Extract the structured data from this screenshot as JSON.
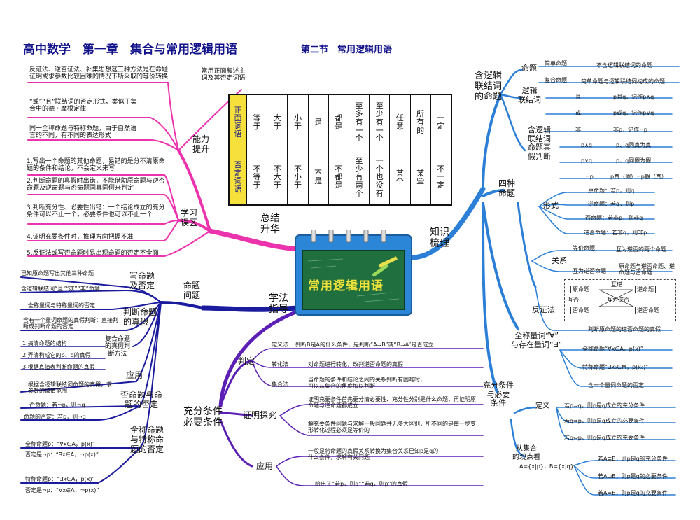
{
  "header": {
    "title": "高中数学　第一章　集合与常用逻辑用语",
    "subtitle": "第二节　常用逻辑用语"
  },
  "center": {
    "label": "常用逻辑用语"
  },
  "branches": {
    "summary": "总结\n升华",
    "knowledge": "知识\n梳理",
    "method": "学法\n指导"
  },
  "vocab_table": {
    "affirm_header": "正面词语",
    "negate_header": "否定词语",
    "affirm": [
      "等于",
      "大于",
      "小于",
      "是",
      "都是",
      "至多有一个",
      "至少有一个",
      "任意",
      "所有的",
      "一定"
    ],
    "negate": [
      "不等于",
      "不大于",
      "不小于",
      "不是",
      "不都是",
      "至少有两个",
      "一个也没有",
      "某个",
      "某些",
      "不一定"
    ]
  },
  "left": {
    "ability": "能力\n提升",
    "ability_items": [
      "反证法、逆否证法、补集思想这三种方法是在命题证明或求参数比较困难的情况下所采取的等价转换",
      "“或”“且”联结词的否定形式，类似于集合中的德・摩根定律",
      "同一全称命题与特称命题，由于自然语言的不同，有不同的表达形式"
    ],
    "ability_note": "常用正面叙述主词及其否定词语",
    "mistakes": "学习\n误区",
    "mistake_items": [
      "1.写出一个命题的其他命题，易错的是分不清原命题的条件和结论，不会定义来写",
      "2.判断命题的真假时出错，不能借助原命题与逆否命题及逆命题与否命题同真同假来判定",
      "3.判断充分性、必要性出错：一个结论成立的充分条件可以不止一个，必要条件也可以不止一个",
      "4.证明充要条件时，推理方向把握不准",
      "5.反证法或写否命题时易出现命题的否定不全面"
    ],
    "proposition": "命题\n问题",
    "write": "写命题\n及否定",
    "write_items": [
      "已知原命题写出其他三种命题",
      "含逻辑联结词“且”“或”“非”命题",
      "全称量词与特称量词的否定"
    ],
    "truth": "判断命题\n的真假",
    "truth_items": [
      "含有一个量词命题的真假判断：直接判断或判断命题的否定"
    ],
    "compound": "复合命题\n的真假判\n断方法",
    "compound_items": [
      "1.搞清命题的结构",
      "2.弄清构成它的p、q的真假",
      "3.根据真值表判断命题的真假"
    ],
    "apply": "应用",
    "apply_items": [
      "根据含逻辑联结词命题的真假，求参数的取值范围"
    ],
    "negation": "否命题与命\n题的否定",
    "negation_items": [
      "否命题：若¬p，则¬q",
      "命题的否定：若p，则¬q"
    ],
    "quant": "全称命题\n与特称命\n题的否定",
    "quant_items": [
      {
        "a": "全称命题p：“∀x∈A，p(x)”",
        "b": "否定是¬p：“∃x∈A，¬p(x)”"
      },
      {
        "a": "特称命题p：“∃x∈A，p(x)”",
        "b": "否定是¬p：“∀x∈A，¬p(x)”"
      }
    ]
  },
  "bottom": {
    "main": "充分条件\n必要条件",
    "judge": "判定",
    "judge_items": [
      {
        "k": "定义法",
        "v": "判断B是A的什么条件，是判断“A⇒B”或“B⇒A”是否成立"
      },
      {
        "k": "转化法",
        "v": "对命题进行转化，改判逆否命题的真假"
      },
      {
        "k": "集合法",
        "v": "当命题的条件和结论之间的关系判断有困难时，可以从集合的角度加以判断"
      }
    ],
    "proof": "证明探究",
    "proof_items": [
      "证明充要条件首先要分清必要性、充分性分别是什么命题，再证明原命题与逆命题都成立",
      "解充要条件问题与求解一般问题并无多大区别，所不同的是每一步变形转化过程必须是等价的"
    ],
    "apply": "应用",
    "apply_items": [
      "一般是将命题的真假关系转换为集合关系已知p是q的什么条件，求解有关问题",
      "给出了“若p，则q”“若q，则p”的真假"
    ]
  },
  "right": {
    "logic": "含逻辑\n联结词\n的命题",
    "prop": "命题",
    "prop_items": [
      {
        "k": "简单命题",
        "v": "不含逻辑联结词的命题"
      },
      {
        "k": "复合命题",
        "v": "简单命题与逻辑联结词构成的命题"
      }
    ],
    "conn": "逻辑\n联结词",
    "conn_items": [
      {
        "k": "且",
        "v": "p且q，记作p∧q"
      },
      {
        "k": "或",
        "v": "p或q，记作p∨q"
      },
      {
        "k": "非",
        "v": "非p，记作¬p"
      }
    ],
    "truth": "含逻辑\n联结词\n命题真\n假判断",
    "truth_items": [
      {
        "k": "p∧q",
        "v": "p、q同真为真"
      },
      {
        "k": "p∨q",
        "v": "p、q同假为假"
      },
      {
        "k": "¬p",
        "v": "p真（假）¬p假（真）"
      }
    ],
    "four": "四种\n命题",
    "form": "形式",
    "form_items": [
      "原命题：若p，则q",
      "逆命题：若q，则p",
      "否命题：若非p，则非q",
      "逆否命题：若非q，则非p"
    ],
    "rel": "关系",
    "rel_items": [
      {
        "k": "等价命题",
        "v": "互为逆否的两个命题"
      },
      {
        "k": "互为逆否命题",
        "v": "原命题与逆否命题、逆命题与否命题"
      }
    ],
    "rel_box": {
      "a": "原命题",
      "b": "逆命题",
      "c": "否命题",
      "d": "逆否命题",
      "e": "互逆",
      "f": "互否",
      "g": "互为逆否"
    },
    "contra": "反证法",
    "contra_items": [
      "判断原命题的逆否命题的真假"
    ],
    "quant": "全称量词“∀”\n与存在量词“∃”",
    "quant_items": [
      "全称命题“∀x∈A，p(x)”",
      "特称命题“∃x₀∈M，p(x₀)”",
      "含一个量词命题的否定"
    ],
    "suff": "充分条件\n与必要\n条件",
    "def": "定义",
    "def_items": [
      "若p⇒q，则p是q成立的充分条件",
      "若q⇒p，则p是q成立的必要条件",
      "若q⇔p，则p是q成立的充要条件"
    ],
    "set": "从集合\n的观点看",
    "set_sub": "A={x|p}，B={x|q}",
    "set_items": [
      "若A⊆B，则p是q的充分条件",
      "若A⊇B，则p是q的必要条件",
      "若A=B，则p是q的充要条件"
    ]
  },
  "colors": {
    "pink": "#ec33ae",
    "navy": "#1b1b9e",
    "purple": "#5c1fb5",
    "blue": "#2b7fd6",
    "yellow": "#f5e03c",
    "board": "#1f6f3f"
  }
}
